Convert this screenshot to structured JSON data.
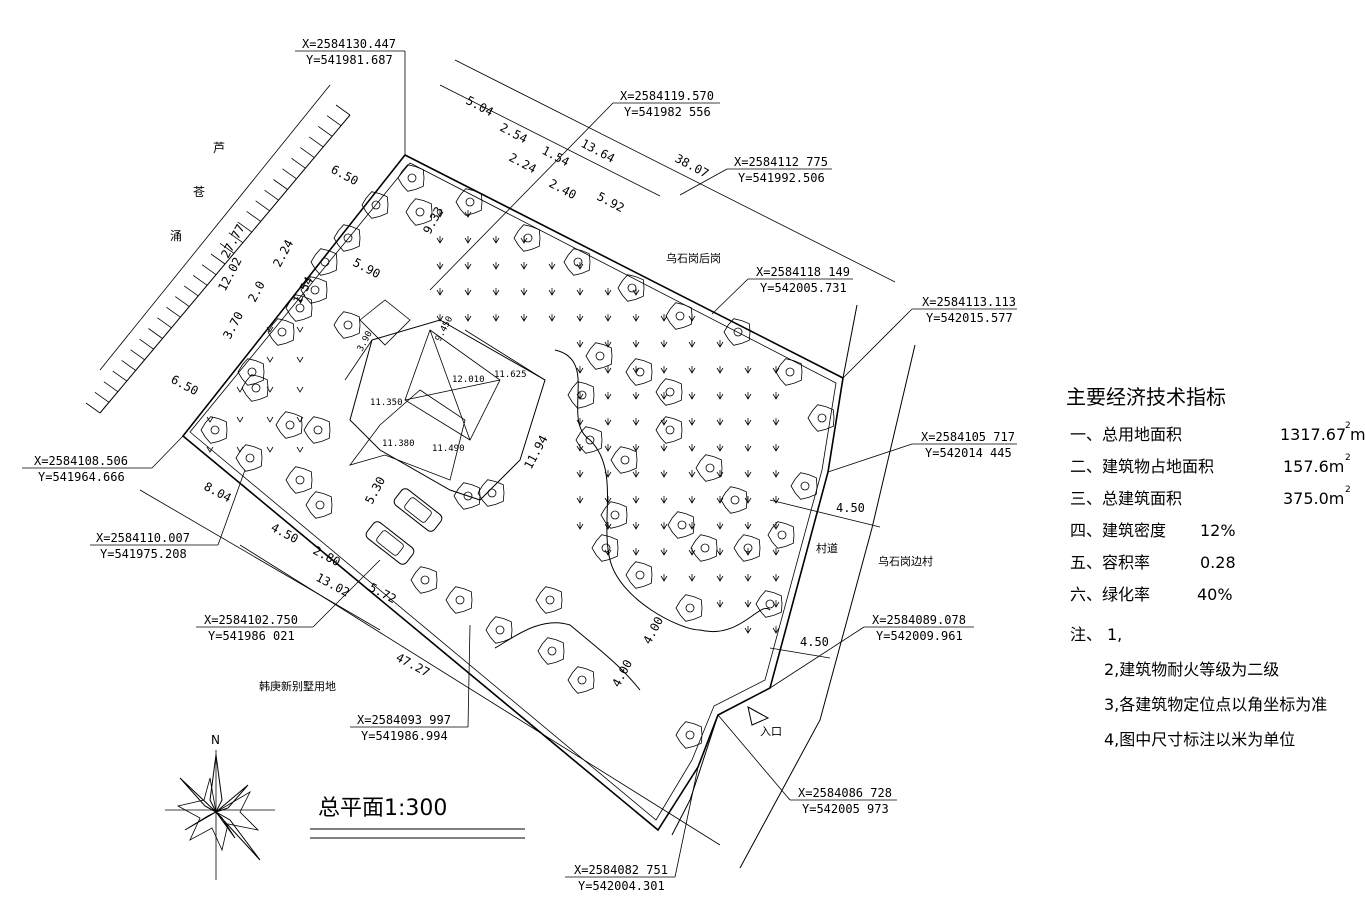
{
  "drawing_title": "总平面1:300",
  "north_label": "N",
  "road_label_chars": [
    "芦",
    "苍",
    "涌"
  ],
  "labels": {
    "north_road": "乌石岗后岗",
    "village_road": "村道",
    "east_village": "乌石岗边村",
    "south_land": "韩庚新别墅用地",
    "entrance": "入口"
  },
  "coordinates": [
    {
      "x": "X=2584130.447",
      "y": "Y=541981.687"
    },
    {
      "x": "X=2584119.570",
      "y": "Y=541982 556"
    },
    {
      "x": "X=2584112 775",
      "y": "Y=541992.506"
    },
    {
      "x": "X=2584118 149",
      "y": "Y=542005.731"
    },
    {
      "x": "X=2584113.113",
      "y": "Y=542015.577"
    },
    {
      "x": "X=2584105 717",
      "y": "Y=542014 445"
    },
    {
      "x": "X=2584089.078",
      "y": "Y=542009.961"
    },
    {
      "x": "X=2584086 728",
      "y": "Y=542005 973"
    },
    {
      "x": "X=2584082 751",
      "y": "Y=542004.301"
    },
    {
      "x": "X=2584093 997",
      "y": "Y=541986.994"
    },
    {
      "x": "X=2584102.750",
      "y": "Y=541986 021"
    },
    {
      "x": "X=2584110.007",
      "y": "Y=541975.208"
    },
    {
      "x": "X=2584108.506",
      "y": "Y=541964.666"
    }
  ],
  "dimensions": {
    "top": [
      "5.04",
      "2.54",
      "2.24",
      "1.54",
      "2.40",
      "5.92",
      "13.64",
      "38.07"
    ],
    "left": [
      "6.50",
      "27.77",
      "12.02",
      "2.24",
      "1.54",
      "2.0",
      "3.70",
      "6.50",
      "5.90",
      "9.33"
    ],
    "bottom": [
      "8.04",
      "4.50",
      "2.80",
      "5.30",
      "13.02",
      "5.72",
      "47.27"
    ],
    "right": [
      "4.50",
      "4.50",
      "4.00",
      "4.00",
      "11.94"
    ],
    "building": [
      "11.350",
      "12.010",
      "11.625",
      "11.490",
      "11.380",
      "9.450",
      "3.90"
    ]
  },
  "indicators": {
    "title": "主要经济技术指标",
    "rows": [
      {
        "label": "一、总用地面积",
        "value": "1317.67",
        "unit": "m",
        "sup": "2"
      },
      {
        "label": "二、建筑物占地面积",
        "value": "157.6m",
        "unit": "",
        "sup": "2"
      },
      {
        "label": "三、总建筑面积",
        "value": "375.0m",
        "unit": "",
        "sup": "2"
      },
      {
        "label": "四、建筑密度",
        "value": "12%",
        "unit": "",
        "sup": ""
      },
      {
        "label": "五、容积率",
        "value": "0.28",
        "unit": "",
        "sup": ""
      },
      {
        "label": "六、绿化率",
        "value": "40%",
        "unit": "",
        "sup": ""
      }
    ],
    "notes_label": "注、",
    "notes": [
      "1,",
      "2,建筑物耐火等级为二级",
      "3,各建筑物定位点以角坐标为准",
      "4,图中尺寸标注以米为单位"
    ]
  }
}
